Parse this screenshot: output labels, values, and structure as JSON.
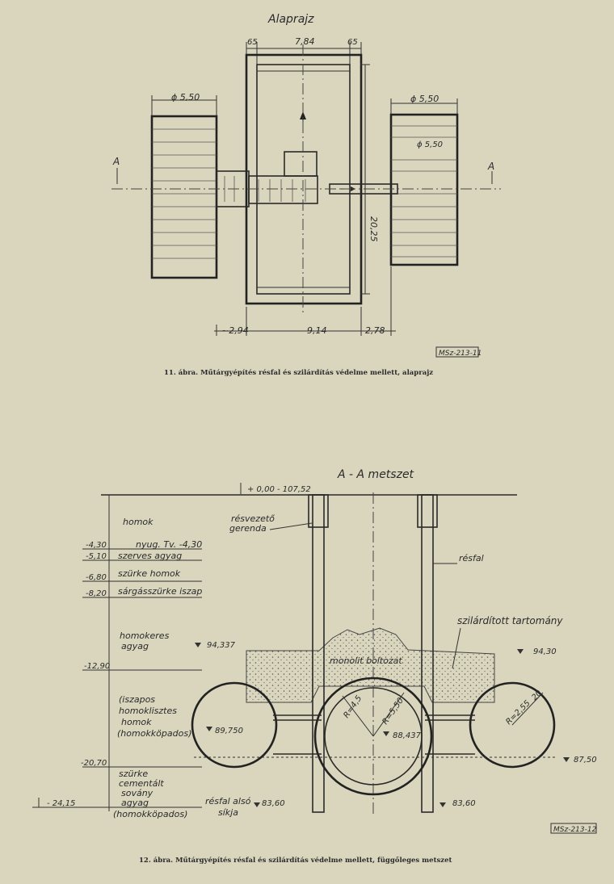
{
  "top": {
    "title": "Alaprajz",
    "dims": {
      "wall_left": "65",
      "inner_width": "7,84",
      "wall_right": "65",
      "left_circle_dia": "ϕ 5,50",
      "right_circle_dia": "ϕ 5,50",
      "right_inner_dia": "ϕ 5,50",
      "height": "20,25",
      "bottom_left": "~2,94",
      "bottom_mid": "9,14",
      "bottom_right": "2,78"
    },
    "section_mark_left": "A",
    "section_mark_right": "A",
    "stamp": "MSz-213-11",
    "caption": "11. ábra. Műtárgyépítés résfal és szilárdítás védelme mellett, alaprajz"
  },
  "bottom": {
    "title": "A - A  metszet",
    "top_level": "+ 0,00 - 107,52",
    "levels": [
      {
        "value": "-4,30",
        "label": "nyug. Tv. -4,30"
      },
      {
        "value": "-5,10",
        "label": "szerves agyag"
      },
      {
        "value": "-6,80",
        "label": "szürke homok"
      },
      {
        "value": "-8,20",
        "label": "sárgásszürke iszap"
      },
      {
        "value": "-12,90",
        "label": ""
      },
      {
        "value": "-20,70",
        "label": ""
      },
      {
        "value": "- 24,15",
        "label": ""
      }
    ],
    "soil": {
      "homok": "homok",
      "homokeres_1": "homokeres",
      "homokeres_2": "agyag",
      "iszapos_1": "(iszapos",
      "iszapos_2": "homoklisztes",
      "iszapos_3": "homok",
      "iszapos_4": "(homokköpados)",
      "szurke_1": "szürke",
      "szurke_2": "cementált",
      "szurke_3": "sovány",
      "szurke_4": "agyag",
      "szurke_5": "(homokköpados)"
    },
    "labels": {
      "resvezeto_1": "résvezető",
      "resvezeto_2": "gerenda",
      "resfal": "résfal",
      "szilarditott": "szilárdított tartomány",
      "monolit": "monolit boltozat",
      "resfal_also_1": "résfal alsó",
      "resfal_also_2": "síkja"
    },
    "elevations": {
      "e1": "94,337",
      "e2": "94,30",
      "e3": "89,750",
      "e4": "88,437",
      "e5": "87,50",
      "e6": "83,60",
      "e7": "83,60"
    },
    "radii": {
      "r1": "R=4,5",
      "r2": "R=5,50",
      "r3": "R=2,55",
      "r3b": "20"
    },
    "stamp": "MSz-213-12",
    "caption": "12. ábra. Műtárgyépítés résfal és szilárdítás védelme mellett, függőleges metszet"
  },
  "colors": {
    "background": "#d9d6bd",
    "ink": "#2a2a2a"
  }
}
